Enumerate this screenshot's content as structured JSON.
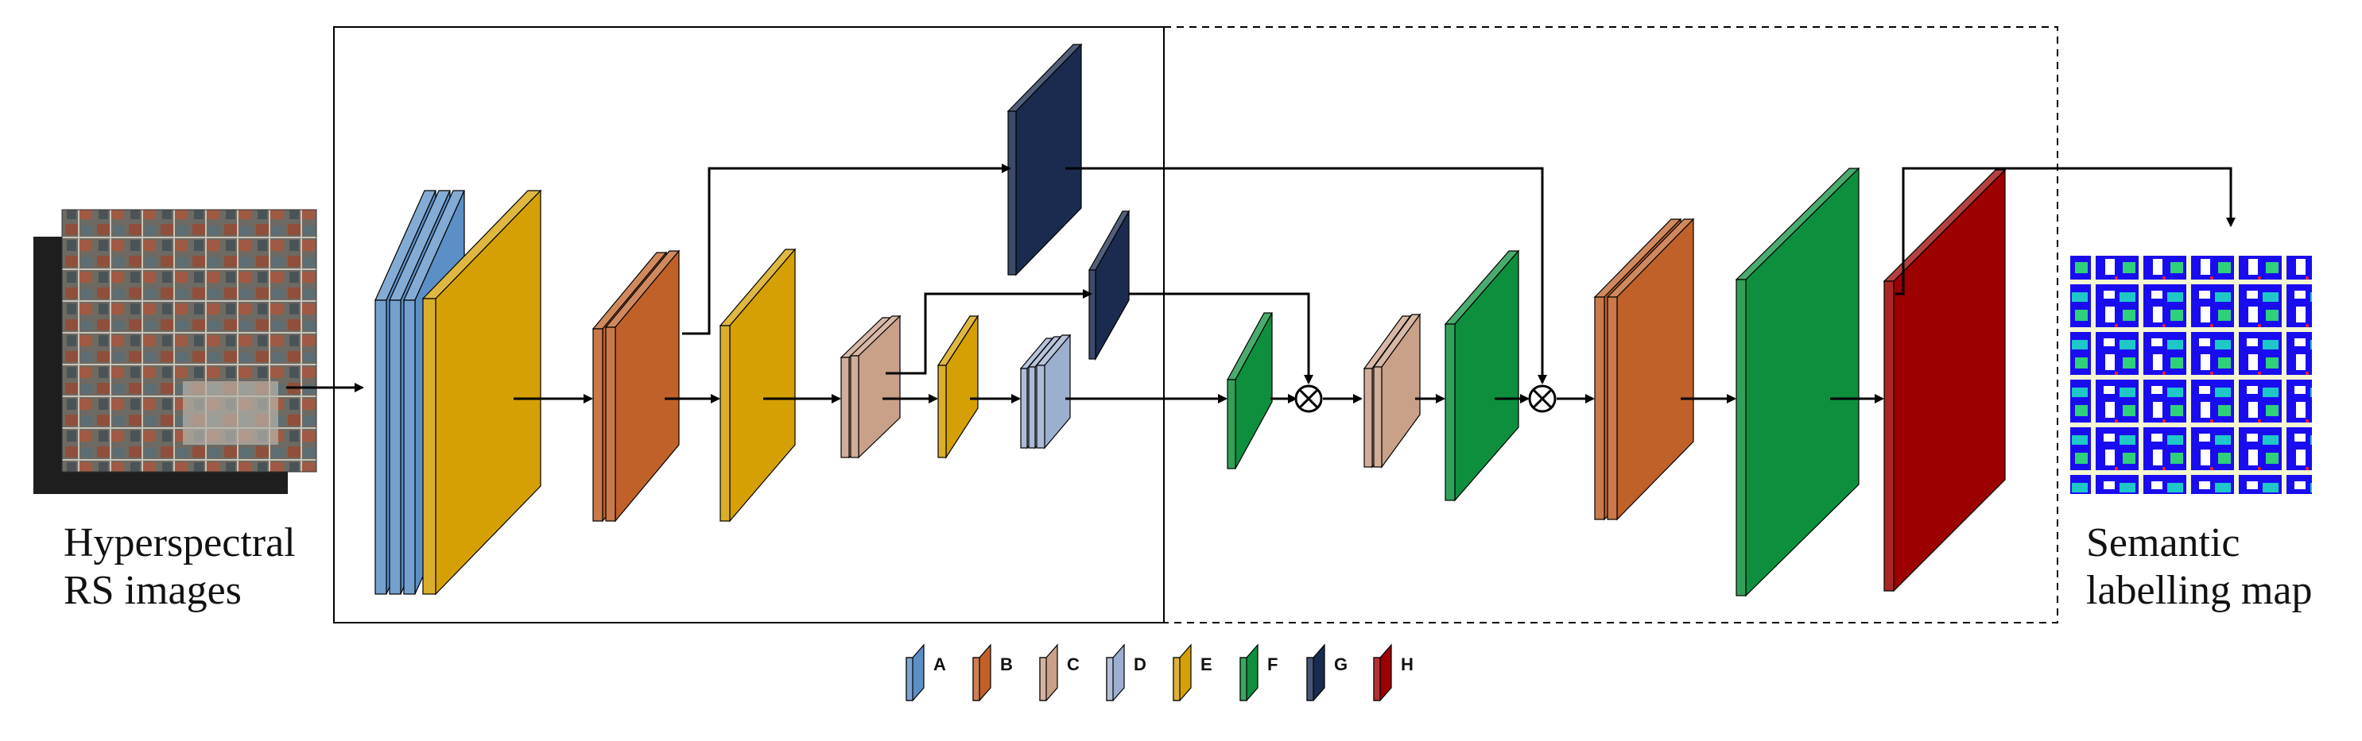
{
  "input": {
    "label_line1": "Hyperspectral",
    "label_line2": "RS images"
  },
  "output": {
    "label_line1": "Semantic",
    "label_line2": "labelling map"
  },
  "legend": [
    {
      "key": "A",
      "color": "#5b8fc6"
    },
    {
      "key": "B",
      "color": "#c0612a"
    },
    {
      "key": "C",
      "color": "#c9a088"
    },
    {
      "key": "D",
      "color": "#9dafcf"
    },
    {
      "key": "E",
      "color": "#d4a003"
    },
    {
      "key": "F",
      "color": "#0d8f3e"
    },
    {
      "key": "G",
      "color": "#1a2b4f"
    },
    {
      "key": "H",
      "color": "#9c0000"
    }
  ],
  "colors": {
    "A": "#5b8fc6",
    "B": "#c0612a",
    "C": "#c9a088",
    "D": "#9dafcf",
    "E": "#d4a003",
    "F": "#0d8f3e",
    "G": "#1a2b4f",
    "H": "#9c0000",
    "line": "#000000"
  },
  "encoder_boundary": "solid",
  "decoder_boundary": "dashed",
  "operators": [
    "multiply",
    "multiply"
  ]
}
